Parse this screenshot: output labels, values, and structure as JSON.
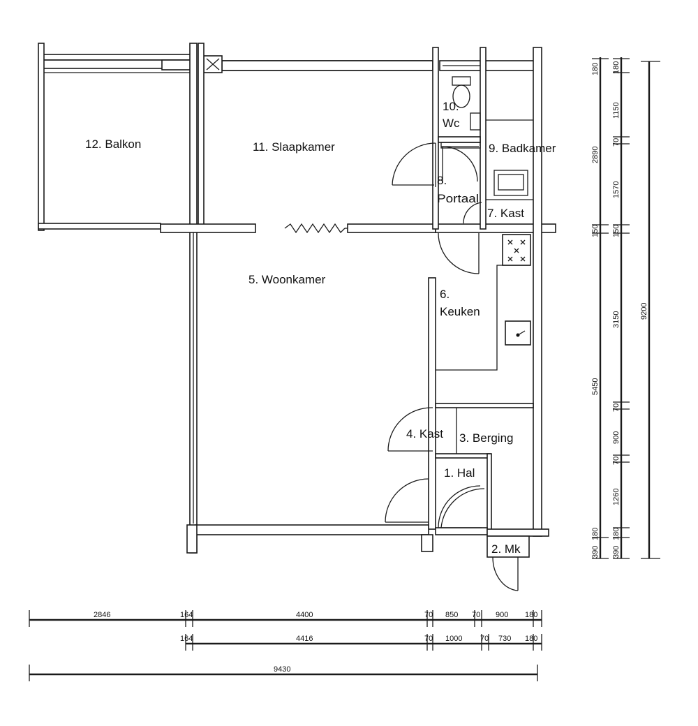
{
  "rooms": {
    "balkon": "12. Balkon",
    "slaapkamer": "11. Slaapkamer",
    "wc_num": "10.",
    "wc": "Wc",
    "badkamer": "9. Badkamer",
    "portaal_num": "8.",
    "portaal": "Portaal",
    "kast7": "7. Kast",
    "woonkamer": "5. Woonkamer",
    "keuken_num": "6.",
    "keuken": "Keuken",
    "kast4": "4. Kast",
    "berging": "3. Berging",
    "hal": "1. Hal",
    "mk": "2. Mk"
  },
  "dimensions_bottom": {
    "row1": [
      "2846",
      "164",
      "4400",
      "70",
      "850",
      "70",
      "900",
      "180"
    ],
    "row2": [
      "164",
      "4416",
      "70",
      "1000",
      "70",
      "730",
      "180"
    ],
    "total": "9430"
  },
  "dimensions_right": {
    "col1": [
      "180",
      "1150",
      "70",
      "1570",
      "150",
      "3150",
      "70",
      "900",
      "70",
      "1260",
      "180",
      "390"
    ],
    "col2": [
      "2890",
      "150",
      "5450"
    ],
    "total": "9200"
  }
}
